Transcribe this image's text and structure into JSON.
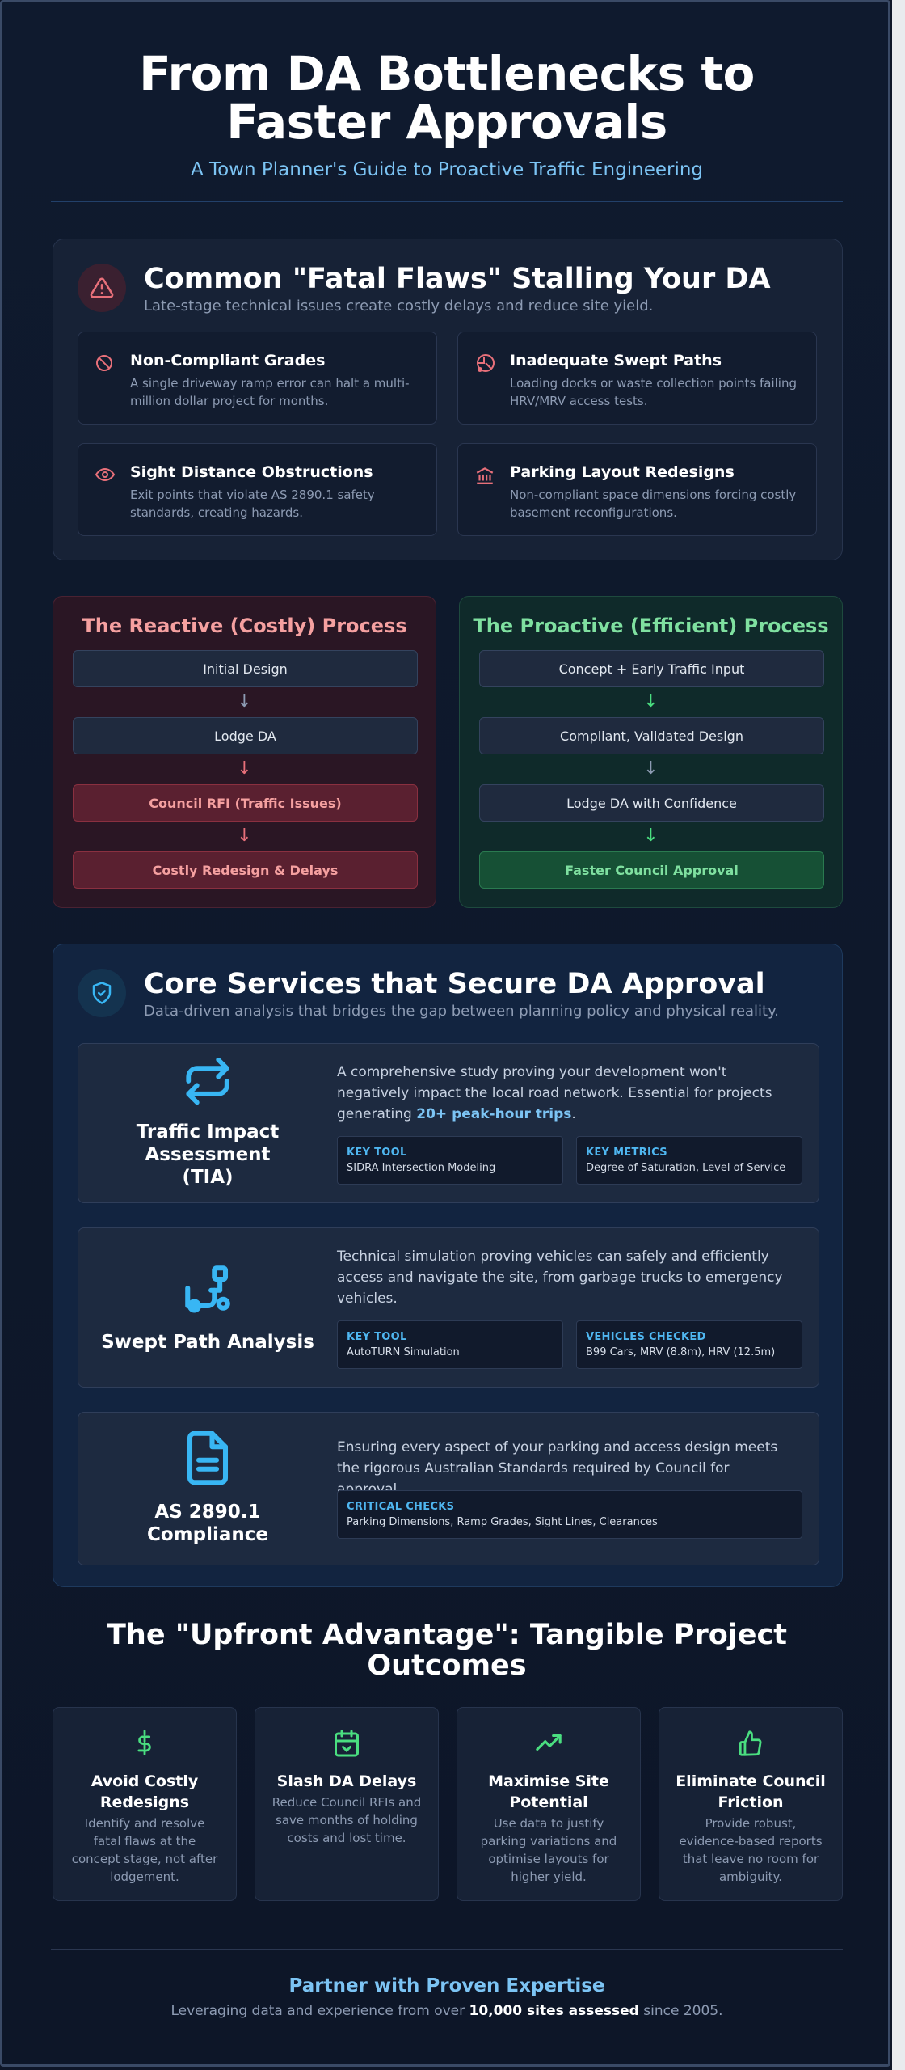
{
  "header": {
    "title": "From DA Bottlenecks to Faster Approvals",
    "subtitle": "A Town Planner's Guide to Proactive Traffic Engineering"
  },
  "flaws": {
    "title": "Common \"Fatal Flaws\" Stalling Your DA",
    "subtitle": "Late-stage technical issues create costly delays and reduce site yield.",
    "icon": "alert-triangle-icon",
    "items": [
      {
        "title": "Non-Compliant Grades",
        "desc": "A single driveway ramp error can halt a multi-million dollar project for months.",
        "icon": "ban-icon"
      },
      {
        "title": "Inadequate Swept Paths",
        "desc": "Loading docks or waste collection points failing HRV/MRV access tests.",
        "icon": "truck-icon"
      },
      {
        "title": "Sight Distance Obstructions",
        "desc": "Exit points that violate AS 2890.1 safety standards, creating hazards.",
        "icon": "eye-icon"
      },
      {
        "title": "Parking Layout Redesigns",
        "desc": "Non-compliant space dimensions forcing costly basement reconfigurations.",
        "icon": "building-icon"
      }
    ]
  },
  "reactive": {
    "title": "The Reactive (Costly) Process",
    "steps": [
      "Initial Design",
      "Lodge DA",
      "Council RFI (Traffic Issues)",
      "Costly Redesign & Delays"
    ],
    "arrow": "↓"
  },
  "proactive": {
    "title": "The Proactive (Efficient) Process",
    "steps": [
      "Concept + Early Traffic Input",
      "Compliant, Validated Design",
      "Lodge DA with Confidence",
      "Faster Council Approval"
    ],
    "arrow": "↓"
  },
  "services": {
    "title": "Core Services that Secure DA Approval",
    "subtitle": "Data-driven analysis that bridges the gap between planning policy and physical reality.",
    "icon": "shield-check-icon",
    "tia": {
      "name": "Traffic Impact Assessment (TIA)",
      "desc": "A comprehensive study proving your development won't negatively impact the local road network. Essential for projects generating ",
      "highlight": "20+ peak-hour trips",
      "desc_end": ".",
      "tag1_key": "KEY TOOL",
      "tag1_val": "SIDRA Intersection Modeling",
      "tag2_key": "KEY METRICS",
      "tag2_val": "Degree of Saturation, Level of Service",
      "icon": "repeat-arrows-icon"
    },
    "swept": {
      "name": "Swept Path Analysis",
      "desc": "Technical simulation proving vehicles can safely and efficiently access and navigate the site, from garbage trucks to emergency vehicles.",
      "tag1_key": "KEY TOOL",
      "tag1_val": "AutoTURN Simulation",
      "tag2_key": "VEHICLES CHECKED",
      "tag2_val": "B99 Cars, MRV (8.8m), HRV (12.5m)",
      "icon": "route-icon"
    },
    "as2890": {
      "name": "AS 2890.1 Compliance",
      "desc": "Ensuring every aspect of your parking and access design meets the rigorous Australian Standards required by Council for approval.",
      "tag1_key": "CRITICAL CHECKS",
      "tag1_val": "Parking Dimensions, Ramp Grades, Sight Lines, Clearances",
      "icon": "document-icon"
    }
  },
  "advantage": {
    "title": "The \"Upfront Advantage\": Tangible Project Outcomes",
    "items": [
      {
        "title": "Avoid Costly Redesigns",
        "desc": "Identify and resolve fatal flaws at the concept stage, not after lodgement.",
        "icon": "dollar-icon"
      },
      {
        "title": "Slash DA Delays",
        "desc": "Reduce Council RFIs and save months of holding costs and lost time.",
        "icon": "calendar-icon"
      },
      {
        "title": "Maximise Site Potential",
        "desc": "Use data to justify parking variations and optimise layouts for higher yield.",
        "icon": "trending-up-icon"
      },
      {
        "title": "Eliminate Council Friction",
        "desc": "Provide robust, evidence-based reports that leave no room for ambiguity.",
        "icon": "thumbs-up-icon"
      }
    ]
  },
  "footer": {
    "title": "Partner with Proven Expertise",
    "pre": "Leveraging data and experience from over ",
    "bold": "10,000 sites assessed",
    "post": " since 2005."
  },
  "colors": {
    "red": "#e8707a",
    "green": "#4ade80",
    "blue": "#38b6f4",
    "background": "#0e1628"
  }
}
